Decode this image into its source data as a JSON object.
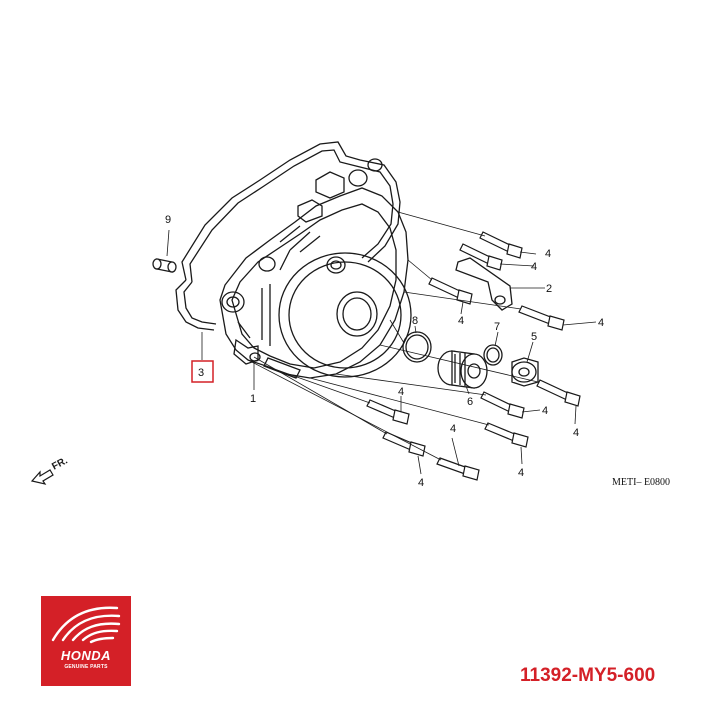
{
  "diagram": {
    "callouts": {
      "c1": "1",
      "c2": "2",
      "c3": "3",
      "c4": "4",
      "c5": "5",
      "c6": "6",
      "c7": "7",
      "c8": "8",
      "c9": "9"
    },
    "front_marker": "FR.",
    "drawing_code": "METI– E0800"
  },
  "brand": {
    "name": "HONDA",
    "tagline": "GENUINE PARTS",
    "color": "#d42027"
  },
  "part_number": "11392-MY5-600",
  "colors": {
    "highlight_box": "#d42027",
    "line_art": "#1a1a1a"
  }
}
